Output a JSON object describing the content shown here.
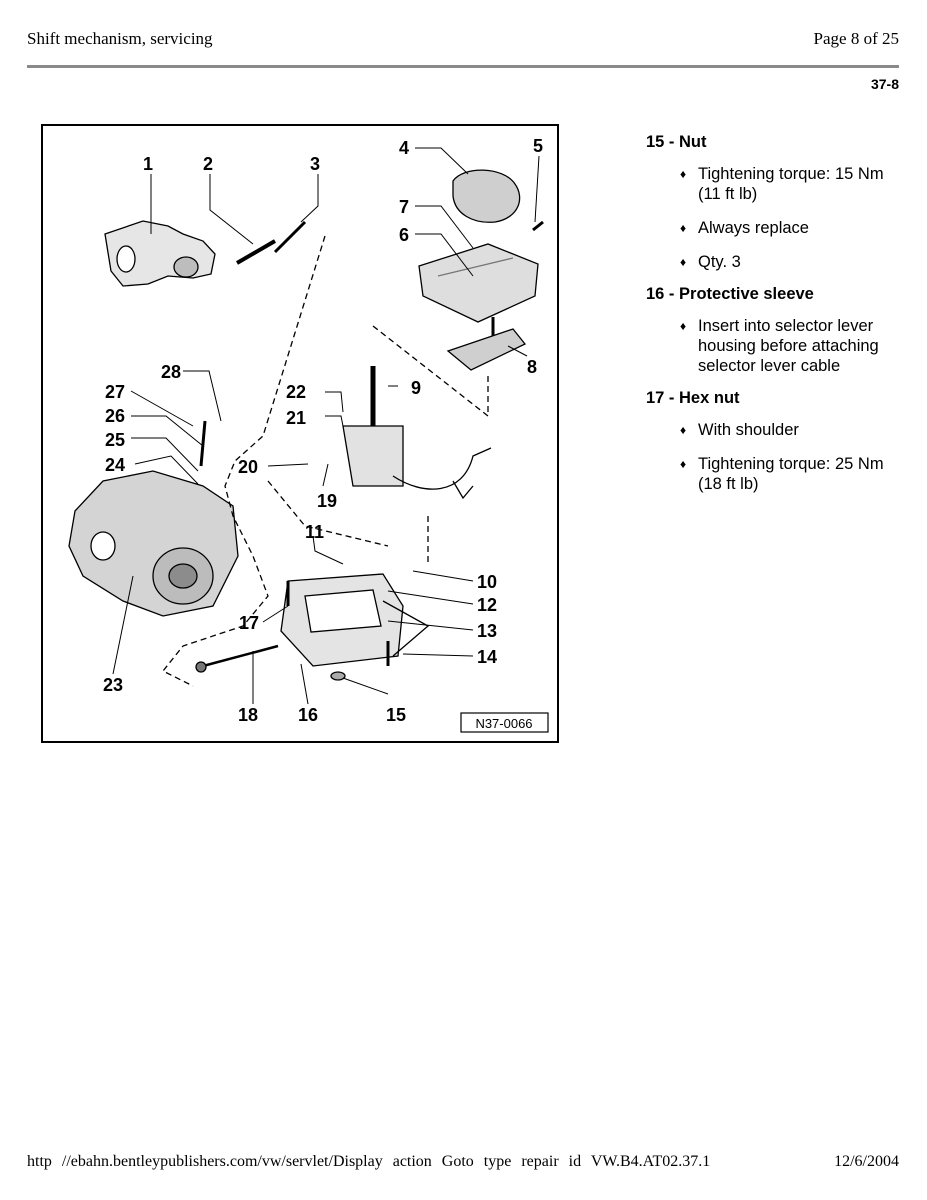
{
  "header": {
    "title": "Shift mechanism, servicing",
    "page": "Page 8 of 25",
    "section": "37-8"
  },
  "figure": {
    "callouts": [
      "1",
      "2",
      "3",
      "4",
      "5",
      "6",
      "7",
      "8",
      "9",
      "10",
      "11",
      "12",
      "13",
      "14",
      "15",
      "16",
      "17",
      "18",
      "19",
      "20",
      "21",
      "22",
      "23",
      "24",
      "25",
      "26",
      "27",
      "28"
    ],
    "code": "N37-0066"
  },
  "items": [
    {
      "heading": "15 - Nut",
      "bullets": [
        "Tightening torque: 15 Nm (11 ft lb)",
        "Always replace",
        "Qty. 3"
      ]
    },
    {
      "heading": "16 - Protective sleeve",
      "bullets": [
        "Insert into selector lever housing before attaching selector lever cable"
      ]
    },
    {
      "heading": "17 - Hex nut",
      "bullets": [
        "With shoulder",
        "Tightening torque: 25 Nm (18 ft lb)"
      ]
    }
  ],
  "footer": {
    "url": "http //ebahn.bentleypublishers.com/vw/servlet/Display action Goto type repair id VW.B4.AT02.37.1",
    "date": "12/6/2004"
  }
}
